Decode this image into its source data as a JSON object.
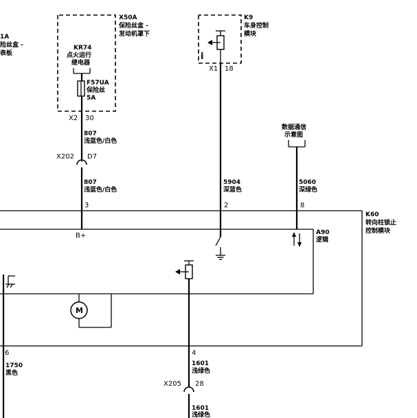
{
  "components": {
    "x50a_id": "X50A",
    "x50a_desc1": "保险丝盒 -",
    "x50a_desc2": "发动机罩下",
    "left_id": "1A",
    "left_desc1": "险丝盒 -",
    "left_desc2": "表板",
    "kr74_id": "KR74",
    "kr74_desc1": "点火运行",
    "kr74_desc2": "继电器",
    "f57ua_id": "F57UA",
    "f57ua_desc1": "保险丝",
    "f57ua_desc2": "5A",
    "k9_id": "K9",
    "k9_desc1": "车身控制",
    "k9_desc2": "模块",
    "data_comm1": "数据通信",
    "data_comm2": "示意图",
    "k60_id": "K60",
    "k60_desc1": "转向柱锁止",
    "k60_desc2": "控制模块",
    "a90_id": "A90",
    "a90_desc": "逻辑"
  },
  "connectors": {
    "x2": "X2",
    "x2_pin": "30",
    "x1": "X1",
    "x1_pin": "18",
    "x202": "X202",
    "x202_pin": "D7",
    "x205": "X205",
    "x205_pin": "28",
    "k60_pin3": "3",
    "k60_pin2": "2",
    "k60_pin8": "8",
    "k60_pin6": "6",
    "k60_pin4": "4",
    "bplus": "B+"
  },
  "wires": {
    "w807_a_num": "807",
    "w807_a_color": "浅蓝色/白色",
    "w807_b_num": "807",
    "w807_b_color": "浅蓝色/白色",
    "w5904_num": "5904",
    "w5904_color": "深蓝色",
    "w5060_num": "5060",
    "w5060_color": "深绿色",
    "w1750_num": "1750",
    "w1750_color": "黑色",
    "w1601_a_num": "1601",
    "w1601_a_color": "浅绿色",
    "w1601_b_num": "1601",
    "w1601_b_color": "浅绿色"
  },
  "symbols": {
    "motor": "M",
    "k9_input": "i"
  }
}
